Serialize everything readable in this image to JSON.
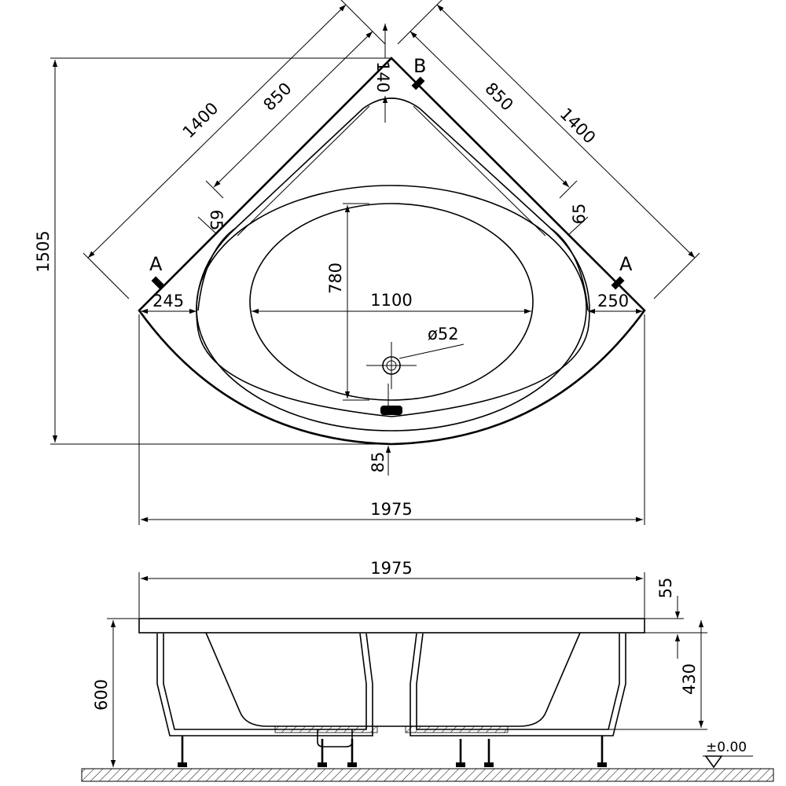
{
  "plan_view": {
    "leg_outer_left": "1400",
    "leg_inner_left": "850",
    "leg_outer_right": "1400",
    "leg_inner_right": "850",
    "depth_total": "1505",
    "top_rim": "140",
    "side_left": "65",
    "side_right": "65",
    "ellipse_height": "780",
    "ellipse_width": "1100",
    "drain_diameter": "ø52",
    "rim_left": "245",
    "rim_right": "250",
    "front_rim": "85",
    "width_total": "1975",
    "section_a_left": "A",
    "section_a_right": "A",
    "section_b": "B"
  },
  "side_view": {
    "width_total": "1975",
    "rim_thickness": "55",
    "basin_depth": "430",
    "total_height": "600",
    "floor_level": "±0.00"
  }
}
